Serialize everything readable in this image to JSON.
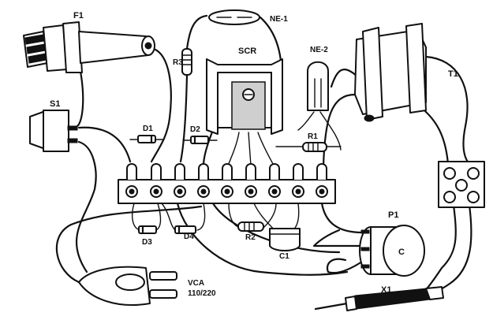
{
  "labels": {
    "f1": "F1",
    "ne1": "NE-1",
    "r3": "R3",
    "scr": "SCR",
    "ne2": "NE-2",
    "t1": "T1",
    "s1": "S1",
    "d1": "D1",
    "d2": "D2",
    "r1": "R1",
    "p1": "P1",
    "d3": "D3",
    "d4": "D4",
    "r2": "R2",
    "c1": "C1",
    "vca": "VCA",
    "vca_voltage": "110/220",
    "x1": "X1"
  }
}
